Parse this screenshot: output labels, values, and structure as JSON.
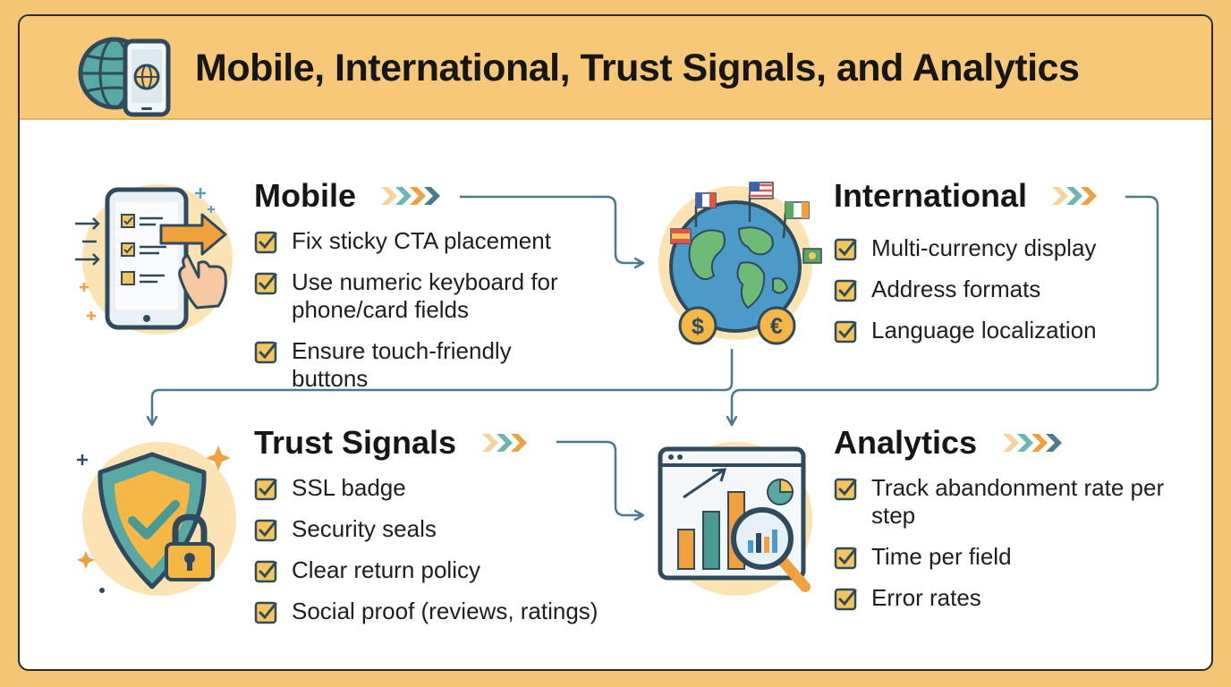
{
  "header": {
    "title": "Mobile, International, Trust Signals, and Analytics",
    "icon": "globe-phone-icon"
  },
  "sections": {
    "mobile": {
      "title": "Mobile",
      "icon": "phone-checklist-icon",
      "items": [
        "Fix sticky CTA placement",
        "Use numeric keyboard for phone/card fields",
        "Ensure touch-friendly buttons"
      ]
    },
    "international": {
      "title": "International",
      "icon": "globe-flags-currency-icon",
      "currency_symbols": [
        "$",
        "€"
      ],
      "items": [
        "Multi-currency display",
        "Address formats",
        "Language localization"
      ]
    },
    "trust": {
      "title": "Trust Signals",
      "icon": "shield-lock-icon",
      "items": [
        "SSL badge",
        "Security seals",
        "Clear return policy",
        "Social proof (reviews, ratings)"
      ]
    },
    "analytics": {
      "title": "Analytics",
      "icon": "dashboard-magnifier-icon",
      "items": [
        "Track abandonment rate per step",
        "Time per field",
        "Error rates"
      ]
    }
  },
  "colors": {
    "header_bg": "#f6c878",
    "orange": "#f0a03c",
    "teal": "#3e9a92",
    "navy": "#2f4a5c",
    "arrow_blue": "#4b7a8c",
    "checkbox_fill": "#f6c65c"
  }
}
